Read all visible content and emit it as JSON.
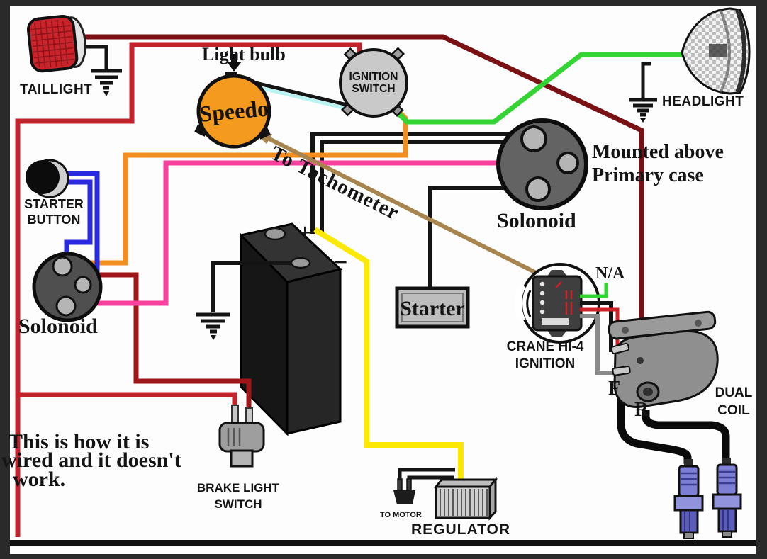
{
  "diagram": {
    "caption": {
      "line1": "This is how it is",
      "line2": "wired and it doesn't",
      "line3": "work."
    },
    "labels": {
      "taillight": "TAILLIGHT",
      "headlight": "HEADLIGHT",
      "light_bulb": "Light bulb",
      "speedo": "Speedo",
      "ignition_switch_line1": "IGNITION",
      "ignition_switch_line2": "SWITCH",
      "starter_button_line1": "STARTER",
      "starter_button_line2": "BUTTON",
      "solenoid_left": "Solonoid",
      "solenoid_right": "Solonoid",
      "mounted_line1": "Mounted above",
      "mounted_line2": "Primary case",
      "to_tachometer": "To Tachometer",
      "starter": "Starter",
      "battery_plus": "+",
      "battery_minus": "−",
      "na": "N/A",
      "crane_line1": "CRANE HI-4",
      "crane_line2": "IGNITION",
      "dual_coil_line1": "DUAL",
      "dual_coil_line2": "COIL",
      "coil_front": "F",
      "coil_rear": "R",
      "brake_line1": "BRAKE LIGHT",
      "brake_line2": "SWITCH",
      "regulator": "REGULATOR",
      "to_motor": "TO MOTOR"
    },
    "wire_colors": {
      "maroon": "#7a1115",
      "red": "#c1222b",
      "dark_red": "#9e151a",
      "orange": "#f28d1e",
      "pink": "#f8409c",
      "blue": "#2a2ae0",
      "green": "#35d435",
      "yellow": "#fce903",
      "cyan": "#b9f4f2",
      "tan": "#a8854e",
      "gray": "#8a8a8a",
      "black": "#141414"
    },
    "component_colors": {
      "speedo_face": "#f49a1f",
      "taillight_lens": "#c9242b",
      "switch_body": "#c9c9c9",
      "solenoid_body": "#5a5a5a",
      "spark_plug": "#7d7fd4"
    }
  }
}
